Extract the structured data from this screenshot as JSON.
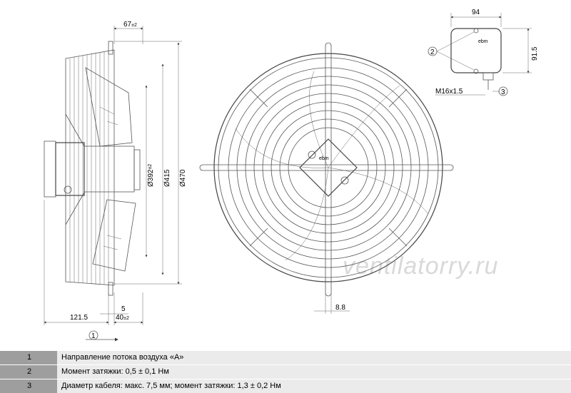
{
  "side_view": {
    "dim_top": "67",
    "dim_top_tol": "±2",
    "dim_d1": "Ø392",
    "dim_d1_tol": "±2",
    "dim_d2": "Ø415",
    "dim_d3": "Ø470",
    "dim_bottom_left": "121.5",
    "dim_bottom_5": "5",
    "dim_bottom_40": "40",
    "dim_bottom_40_tol": "±2",
    "callout_1": "1"
  },
  "front_view": {
    "dim_8_8": "8.8",
    "brand": "ebm"
  },
  "terminal_box": {
    "dim_width": "94",
    "dim_height": "91.5",
    "thread": "M16x1.5",
    "callout_2": "2",
    "callout_3": "3",
    "brand": "ebm"
  },
  "watermark": "ventilatorry.ru",
  "legend": [
    {
      "num": "1",
      "text": "Направление потока воздуха «A»"
    },
    {
      "num": "2",
      "text": "Момент затяжки: 0,5 ± 0,1 Нм"
    },
    {
      "num": "3",
      "text": "Диаметр кабеля: макс. 7,5 мм; момент затяжки: 1,3 ± 0,2 Нм"
    }
  ]
}
